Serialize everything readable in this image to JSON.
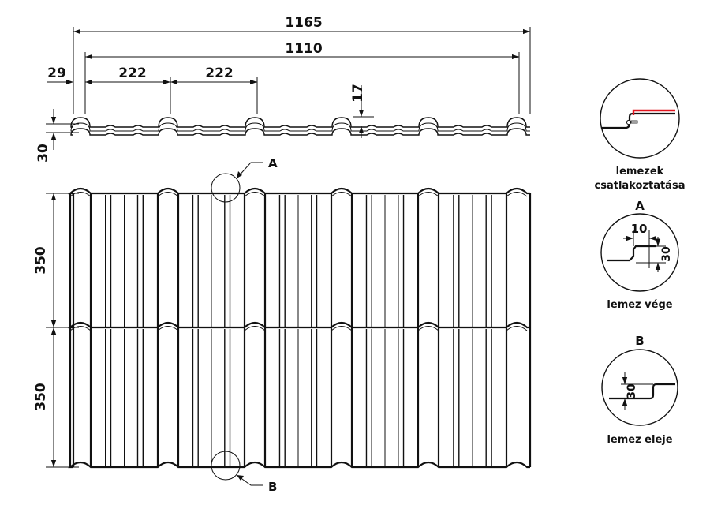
{
  "dimensions": {
    "total_width": "1165",
    "cover_width": "1110",
    "edge_offset": "29",
    "pitch_1": "222",
    "pitch_2": "222",
    "step_height": "17",
    "profile_height": "30",
    "module_1": "350",
    "module_2": "350"
  },
  "callouts": {
    "a": "A",
    "b": "B"
  },
  "details": {
    "joint_caption_line1": "lemezek",
    "joint_caption_line2": "csatlakoztatása",
    "end_letter": "A",
    "end_dim_width": "10",
    "end_dim_height": "30",
    "end_caption": "lemez vége",
    "start_letter": "B",
    "start_dim_height": "30",
    "start_caption": "lemez eleje"
  },
  "colors": {
    "line": "#111111",
    "sealant": "#e0141e"
  }
}
